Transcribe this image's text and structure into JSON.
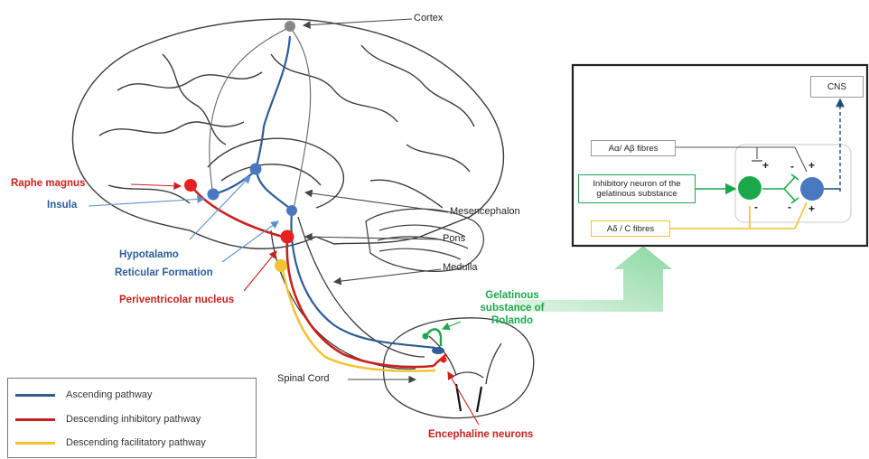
{
  "colors": {
    "ascending": "#2f5d95",
    "descending_inhibitory": "#c9211e",
    "descending_facilitatory": "#f2c230",
    "inhibitory_neuron": "#1aa84a",
    "cortex_node": "#888888"
  },
  "brain_labels": {
    "cortex": "Cortex",
    "mesencephalon": "Mesencephalon",
    "pons": "Pons",
    "medulla": "Medulla",
    "spinal_cord": "Spinal Cord",
    "raphe_magnus": "Raphe magnus",
    "insula": "Insula",
    "hypotalamo": "Hypotalamo",
    "reticular_formation": "Reticular Formation",
    "periventricolar_nucleus": "Periventricolar nucleus",
    "gelatinous_substance": "Gelatinous substance of Rolando",
    "encephaline_neurons": "Encephaline neurons"
  },
  "inset": {
    "cns": "CNS",
    "a_alpha_beta": "Aα/ Aβ fibres",
    "inhibitory_neuron": "Inhibitory neuron of the gelatinous substance",
    "a_delta_c": "Aδ / C fibres",
    "plus": "+",
    "minus": "-"
  },
  "legend": {
    "items": [
      {
        "label": "Ascending pathway",
        "color": "#2f5d95"
      },
      {
        "label": "Descending inhibitory pathway",
        "color": "#c9211e"
      },
      {
        "label": "Descending facilitatory pathway",
        "color": "#f2c230"
      }
    ]
  }
}
